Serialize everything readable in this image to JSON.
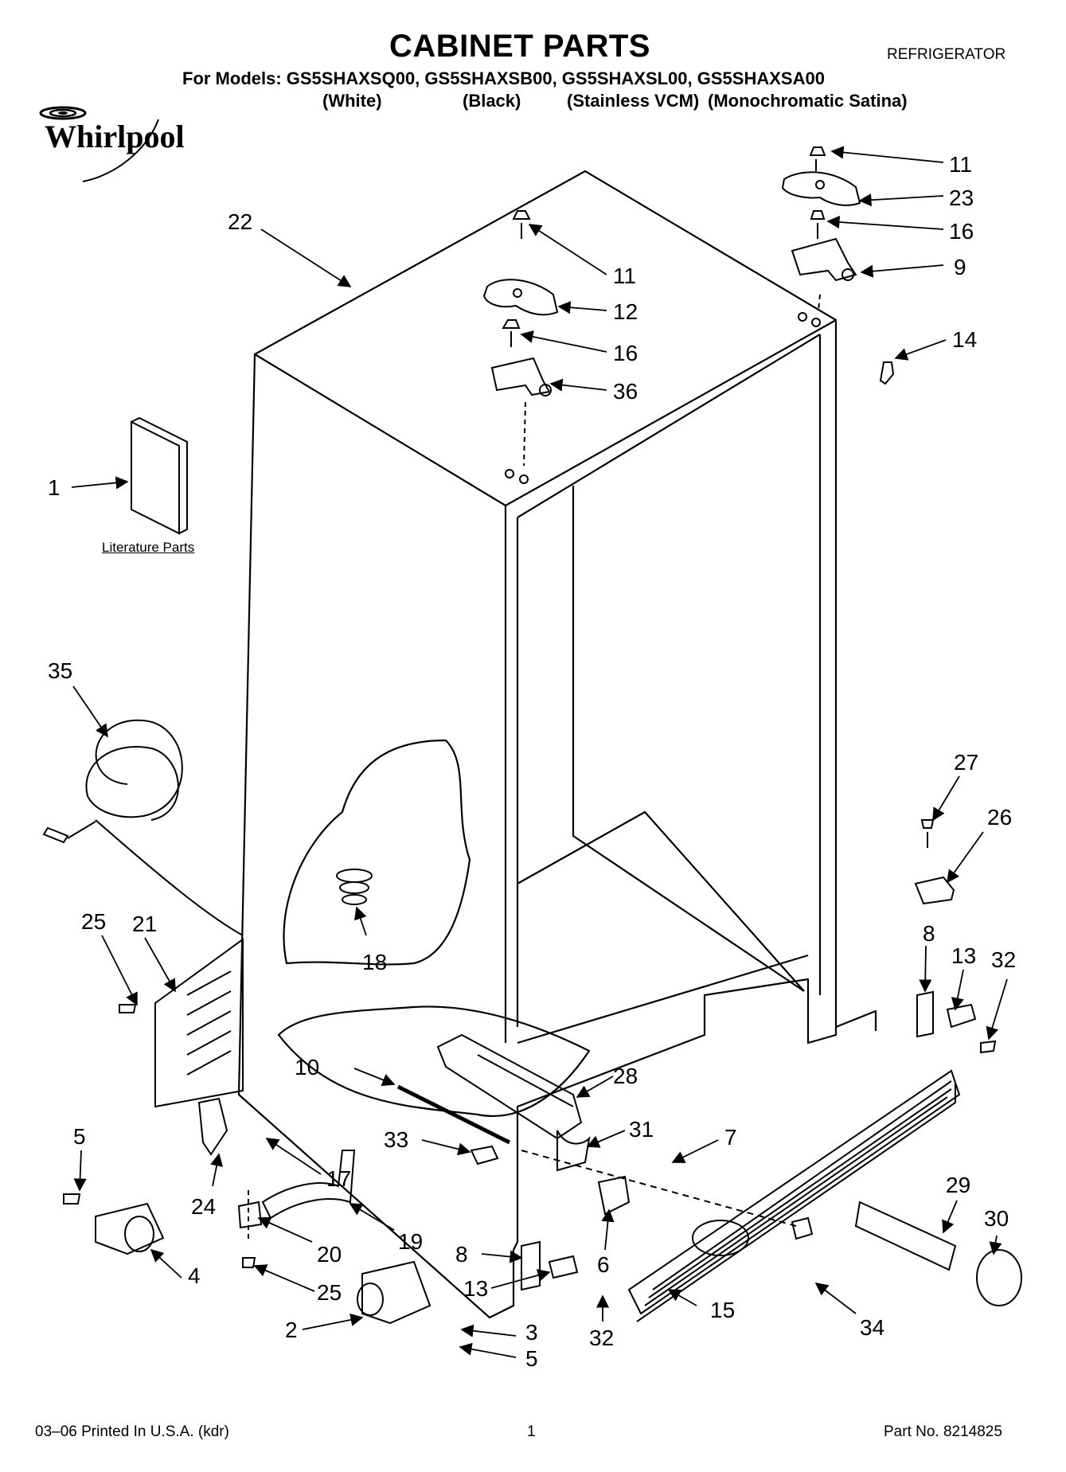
{
  "header": {
    "title": "CABINET PARTS",
    "category": "REFRIGERATOR",
    "models_line": "For Models: GS5SHAXSQ00, GS5SHAXSB00, GS5SHAXSL00, GS5SHAXSA00",
    "colors": [
      "(White)",
      "(Black)",
      "(Stainless VCM)",
      "(Monochromatic Satina)"
    ]
  },
  "logo": {
    "text": "Whirlpool",
    "icon": "whirlpool-swirl-icon"
  },
  "literature_label": "Literature Parts",
  "callouts": [
    {
      "id": "c11a",
      "label": "11"
    },
    {
      "id": "c23",
      "label": "23"
    },
    {
      "id": "c16a",
      "label": "16"
    },
    {
      "id": "c9",
      "label": "9"
    },
    {
      "id": "c14",
      "label": "14"
    },
    {
      "id": "c22",
      "label": "22"
    },
    {
      "id": "c11b",
      "label": "11"
    },
    {
      "id": "c12",
      "label": "12"
    },
    {
      "id": "c16b",
      "label": "16"
    },
    {
      "id": "c36",
      "label": "36"
    },
    {
      "id": "c1",
      "label": "1"
    },
    {
      "id": "c35",
      "label": "35"
    },
    {
      "id": "c27",
      "label": "27"
    },
    {
      "id": "c26",
      "label": "26"
    },
    {
      "id": "c25a",
      "label": "25"
    },
    {
      "id": "c21",
      "label": "21"
    },
    {
      "id": "c18",
      "label": "18"
    },
    {
      "id": "c8a",
      "label": "8"
    },
    {
      "id": "c13a",
      "label": "13"
    },
    {
      "id": "c32a",
      "label": "32"
    },
    {
      "id": "c10",
      "label": "10"
    },
    {
      "id": "c28",
      "label": "28"
    },
    {
      "id": "c5a",
      "label": "5"
    },
    {
      "id": "c31",
      "label": "31"
    },
    {
      "id": "c7",
      "label": "7"
    },
    {
      "id": "c33",
      "label": "33"
    },
    {
      "id": "c17",
      "label": "17"
    },
    {
      "id": "c24",
      "label": "24"
    },
    {
      "id": "c29",
      "label": "29"
    },
    {
      "id": "c30",
      "label": "30"
    },
    {
      "id": "c19",
      "label": "19"
    },
    {
      "id": "c20",
      "label": "20"
    },
    {
      "id": "c4",
      "label": "4"
    },
    {
      "id": "c8b",
      "label": "8"
    },
    {
      "id": "c6",
      "label": "6"
    },
    {
      "id": "c25b",
      "label": "25"
    },
    {
      "id": "c13b",
      "label": "13"
    },
    {
      "id": "c15",
      "label": "15"
    },
    {
      "id": "c34",
      "label": "34"
    },
    {
      "id": "c2",
      "label": "2"
    },
    {
      "id": "c3",
      "label": "3"
    },
    {
      "id": "c5b",
      "label": "5"
    },
    {
      "id": "c32b",
      "label": "32"
    }
  ],
  "footer": {
    "printed": "03–06 Printed In U.S.A. (kdr)",
    "page": "1",
    "part_no": "Part No. 8214825"
  }
}
